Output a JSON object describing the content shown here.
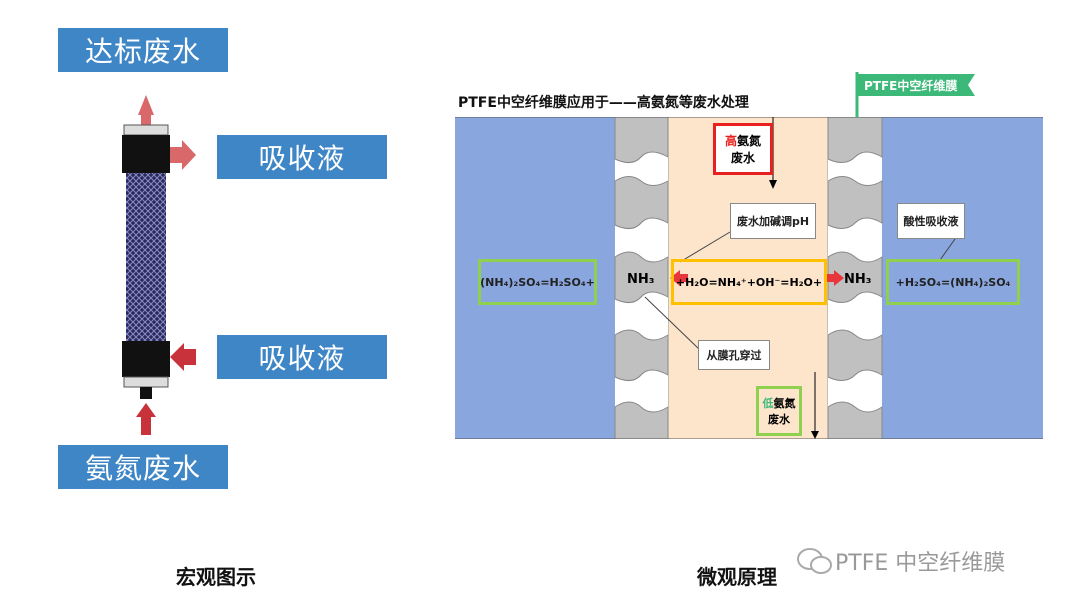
{
  "left": {
    "top_label": "达标废水",
    "absorb_top": "吸收液",
    "absorb_bottom": "吸收液",
    "bottom_label": "氨氮废水",
    "caption": "宏观图示"
  },
  "right": {
    "title": "PTFE中空纤维膜应用于——高氨氮等废水处理",
    "flag": "PTFE中空纤维膜",
    "high_prefix": "高",
    "high_rest": "氨氮",
    "high_line2": "废水",
    "ph_note": "废水加碱调pH",
    "acid_note": "酸性吸收液",
    "left_eq": "(NH₄)₂SO₄=H₂SO₄+",
    "nh3_left": "NH₃",
    "center_eq": "+H₂O=NH₄⁺+OH⁻=H₂O+",
    "nh3_right": "NH₃",
    "right_eq": "+H₂SO₄=(NH₄)₂SO₄",
    "pore_note": "从膜孔穿过",
    "low_prefix": "低",
    "low_rest": "氨氮",
    "low_line2": "废水",
    "caption": "微观原理"
  },
  "watermark": "PTFE 中空纤维膜",
  "colors": {
    "blue_label": "#3f86c6",
    "solution": "#8aa6de",
    "feed": "#fde5cc",
    "membrane": "#c0c0c0",
    "arrow": "#c8323a",
    "flag": "#3cb878"
  }
}
